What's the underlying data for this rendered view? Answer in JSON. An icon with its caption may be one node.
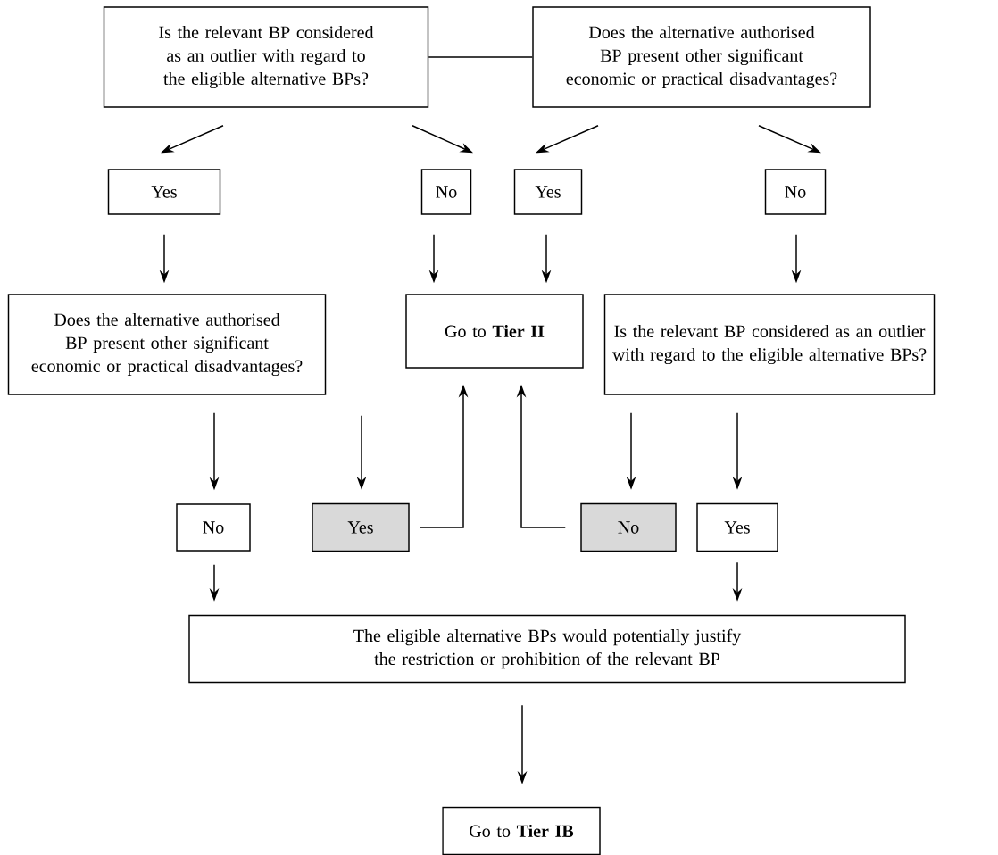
{
  "diagram": {
    "nodes": [
      {
        "text": [
          "Is the relevant BP considered as an outlier with regard to the eligible alternative BPs?"
        ]
      },
      {
        "text": [
          "Does the alternative authorised BP present other significant economic or practical disadvantages?"
        ]
      },
      {
        "text": [
          "Yes"
        ]
      },
      {
        "text": [
          "No"
        ]
      },
      {
        "text": [
          "Yes"
        ]
      },
      {
        "text": [
          "No"
        ]
      },
      {
        "text": [
          "Does the alternative authorised BP present other significant economic or practical disadvantages?"
        ]
      },
      {
        "text": [
          "Go to **Tier II**"
        ]
      },
      {
        "text": [
          "Is the relevant BP considered as an outlier with regard to the eligible alternative BPs?"
        ]
      },
      {
        "text": [
          "No"
        ]
      },
      {
        "text": [
          "Yes"
        ]
      },
      {
        "text": [
          "No"
        ]
      },
      {
        "text": [
          "Yes"
        ]
      },
      {
        "text": [
          "The eligible alternative BPs would potentially justify the restriction or prohibition of the relevant BP"
        ]
      },
      {
        "text": [
          "Go to **Tier IB**"
        ]
      }
    ],
    "edges": [
      {
        "from": 0,
        "to": 1,
        "arrow": "none"
      },
      {
        "from": 0,
        "to": 2,
        "arrow": "to"
      },
      {
        "from": 0,
        "to": 3,
        "arrow": "to"
      },
      {
        "from": 1,
        "to": 4,
        "arrow": "to"
      },
      {
        "from": 1,
        "to": 5,
        "arrow": "to"
      },
      {
        "from": 2,
        "to": 6,
        "arrow": "to"
      },
      {
        "from": 3,
        "to": 7,
        "arrow": "to"
      },
      {
        "from": 4,
        "to": 7,
        "arrow": "to"
      },
      {
        "from": 5,
        "to": 8,
        "arrow": "to"
      },
      {
        "from": 6,
        "to": 9,
        "arrow": "to"
      },
      {
        "from": 6,
        "to": 10,
        "arrow": "to"
      },
      {
        "from": 8,
        "to": 11,
        "arrow": "to"
      },
      {
        "from": 8,
        "to": 12,
        "arrow": "to"
      },
      {
        "from": 10,
        "to": 7,
        "arrow": "to"
      },
      {
        "from": 11,
        "to": 7,
        "arrow": "to"
      },
      {
        "from": 9,
        "to": 13,
        "arrow": "to"
      },
      {
        "from": 12,
        "to": 13,
        "arrow": "to"
      },
      {
        "from": 13,
        "to": 14,
        "arrow": "to"
      }
    ]
  }
}
